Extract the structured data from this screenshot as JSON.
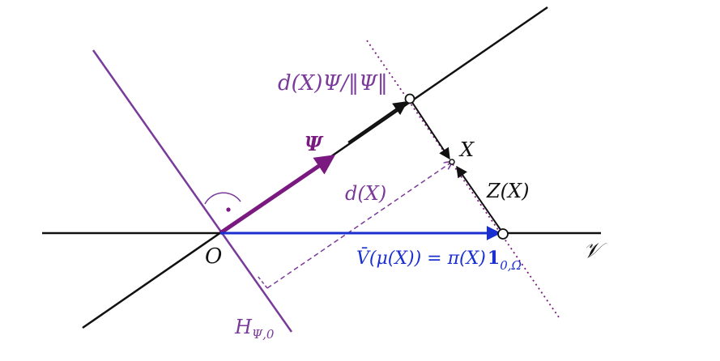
{
  "labels": {
    "dx_psi_norm": "d(X)Ψ/‖Ψ‖",
    "psi": "Ψ",
    "x": "X",
    "dx": "d(X)",
    "zx": "Z(X)",
    "origin": "O",
    "v": "𝒱",
    "vbar_prefix": "V̄(μ(X)) = π(X)",
    "vbar_bold": "1",
    "vbar_sub": "0,Ω",
    "hyperplane": "H",
    "hyperplane_sub": "Ψ,0"
  },
  "colors": {
    "black": "#111111",
    "purple": "#7a3a9a",
    "dark_purple": "#7a1a80",
    "blue": "#1a2fd0"
  }
}
